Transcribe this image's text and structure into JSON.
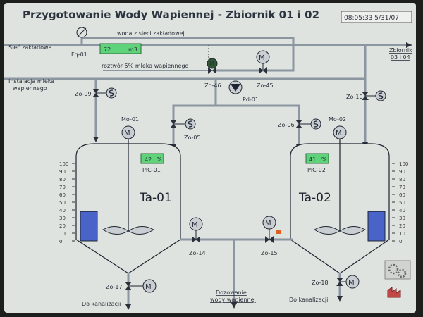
{
  "header": {
    "title": "Przygotowanie Wody Wapiennej - Zbiornik 01 i 02",
    "datetime": "08:05:33  5/31/07"
  },
  "labels": {
    "siec": "Sieć zakładowa",
    "woda": "woda z sieci zakładowej",
    "fq": "Fq-01",
    "fq_value": "72",
    "fq_unit": "m3",
    "roztwor": "roztwór 5% mleka wapiennego",
    "zb1": "Zbiornik",
    "zb2": "03 i 04",
    "inst1": "Instalacja mleka",
    "inst2": "wapiennego",
    "zo09": "Zo-09",
    "zo46": "Zo-46",
    "zo45": "Zo-45",
    "pd01": "Pd-01",
    "zo10": "Zo-10",
    "zo05": "Zo-05",
    "zo06": "Zo-06",
    "mo01": "Mo-01",
    "mo02": "Mo-02",
    "ta01": "Ta-01",
    "ta02": "Ta-02",
    "pic01_value": "42",
    "pic02_value": "41",
    "pct": "%",
    "pic01": "PIC-01",
    "pic02": "PIC-02",
    "zo14": "Zo-14",
    "zo15": "Zo-15",
    "zo17": "Zo-17",
    "zo18": "Zo-18",
    "kan1": "Do kanalizacji",
    "kan2": "Do kanalizacji",
    "doz1": "Dozowanie",
    "doz2": "wody wapiennej"
  },
  "scale": [
    "100",
    "90",
    "80",
    "70",
    "60",
    "50",
    "40",
    "30",
    "20",
    "10",
    "0"
  ],
  "tank_levels": {
    "ta01": 0.38,
    "ta02": 0.38
  },
  "colors": {
    "level": "#4a63c9",
    "readout": "#5ed37a",
    "alarm": "#e06020",
    "pipe": "#8b96a0"
  },
  "icons": [
    "gear-icon",
    "factory-icon"
  ]
}
